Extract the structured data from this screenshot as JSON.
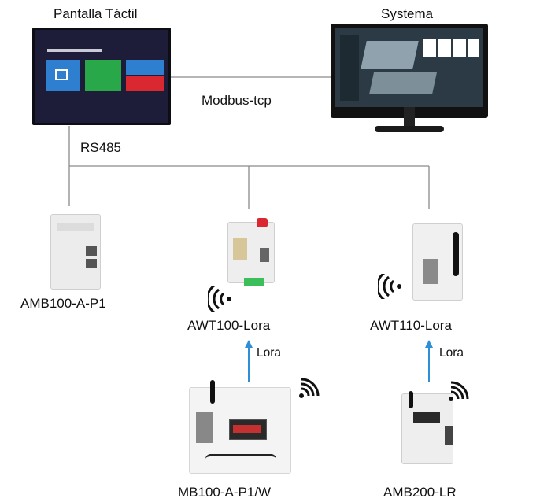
{
  "labels": {
    "touchscreen": "Pantalla Táctil",
    "system": "Systema",
    "modbus": "Modbus-tcp",
    "rs485": "RS485",
    "amb100": "AMB100-A-P1",
    "awt100": "AWT100-Lora",
    "awt110": "AWT110-Lora",
    "lora_left": "Lora",
    "lora_right": "Lora",
    "mb100": "MB100-A-P1/W",
    "amb200": "AMB200-LR"
  },
  "colors": {
    "line": "#8a8a8a",
    "arrow": "#2e8fd6",
    "screen_bg": "#1d1d3a",
    "tile_blue": "#2f7fd0",
    "tile_green": "#29a84a",
    "tile_red": "#d9282f",
    "monitor_bg": "#2b3a44"
  },
  "icons": {
    "wireless": "wifi-signal-icon",
    "device": "din-rail-device"
  }
}
